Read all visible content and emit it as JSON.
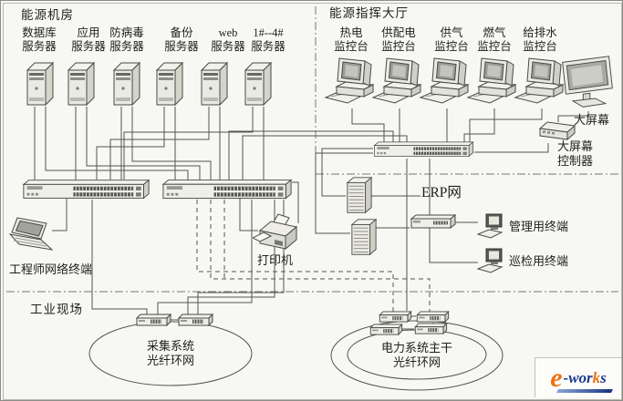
{
  "regions": {
    "server_room": {
      "title": "能源机房",
      "servers": [
        "数据库\n服务器",
        "应用\n服务器",
        "防病毒\n服务器",
        "备份\n服务器",
        "web\n服务器",
        "1#--4#\n服务器"
      ]
    },
    "command_hall": {
      "title": "能源指挥大厅",
      "consoles": [
        "热电\n监控台",
        "供配电\n监控台",
        "供气\n监控台",
        "燃气\n监控台",
        "给排水\n监控台"
      ],
      "big_screen": "大屏幕",
      "controller": "大屏幕\n控制器"
    },
    "office": {
      "erp": "ERP网",
      "mgmt_terminal": "管理用终端",
      "inspect_terminal": "巡检用终端",
      "engineer_terminal": "工程师网络终端",
      "printer": "打印机"
    },
    "industrial": {
      "title": "工业现场",
      "left_ring": "采集系统\n光纤环网",
      "right_ring": "电力系统主干\n光纤环网"
    }
  },
  "logo": {
    "e": "e",
    "mid": "-wor",
    "k": "k",
    "s": "s"
  },
  "colors": {
    "line": "#55554f",
    "boundary": "#777777",
    "accent_orange": "#ee7213",
    "accent_blue": "#1c3c90"
  }
}
